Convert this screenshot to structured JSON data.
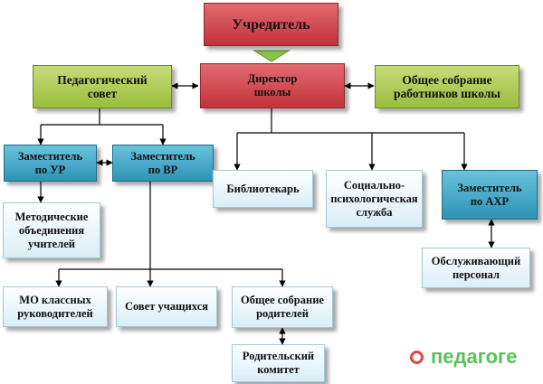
{
  "nodes": {
    "founder": "Учредитель",
    "director": "Директор\nшколы",
    "ped_council": "Педагогический\nсовет",
    "general_staff": "Общее собрание\nработников школы",
    "deputy_ur": "Заместитель\nпо УР",
    "deputy_vr": "Заместитель\nпо ВР",
    "librarian": "Библиотекарь",
    "social_psych": "Социально-\nпсихологическая\nслужба",
    "deputy_ahr": "Заместитель\nпо АХР",
    "method_assoc": "Методические\nобъединения\nучителей",
    "service_staff": "Обслуживающий\nперсонал",
    "mo_class": "МО классных\nруководителей",
    "student_council": "Совет учащихся",
    "parents_meeting": "Общее собрание\nродителей",
    "parents_committee": "Родительский\nкомитет"
  },
  "watermark": "педагоге"
}
